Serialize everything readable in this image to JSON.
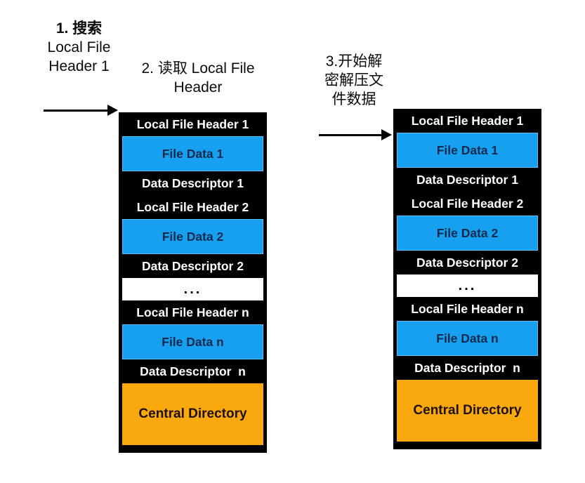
{
  "colors": {
    "block_black": "#000000",
    "block_blue": "#18A0F0",
    "block_orange": "#F9A80D",
    "block_white": "#FFFFFF",
    "label_text_on_black": "#FFFFFF",
    "text_on_blue": "#0D2A4D",
    "text_on_orange": "#1C0F00",
    "step_text": "#0A0A0A",
    "arrow": "#000000"
  },
  "steps": [
    {
      "lines": [
        "1. 搜索",
        "Local File",
        "Header 1"
      ]
    },
    {
      "lines": [
        "2. 读取 Local File",
        "Header"
      ]
    },
    {
      "lines": [
        "3.开始解",
        "密解压文",
        "件数据"
      ]
    }
  ],
  "stacks": {
    "left": {
      "blocks": [
        {
          "type": "label",
          "text": "Local File Header 1"
        },
        {
          "type": "data",
          "text": "File Data 1"
        },
        {
          "type": "label",
          "text": "Data Descriptor 1"
        },
        {
          "type": "label",
          "text": "Local File Header 2"
        },
        {
          "type": "data",
          "text": "File Data 2"
        },
        {
          "type": "label",
          "text": "Data Descriptor 2"
        },
        {
          "type": "ellipsis",
          "text": "..."
        },
        {
          "type": "label",
          "text": "Local File Header n"
        },
        {
          "type": "data",
          "text": "File Data n"
        },
        {
          "type": "label",
          "text": "Data Descriptor  n"
        },
        {
          "type": "central",
          "text": "Central Directory"
        }
      ]
    },
    "right": {
      "blocks": [
        {
          "type": "label",
          "text": "Local File Header 1"
        },
        {
          "type": "data",
          "text": "File Data 1"
        },
        {
          "type": "label",
          "text": "Data Descriptor 1"
        },
        {
          "type": "label",
          "text": "Local File Header 2"
        },
        {
          "type": "data",
          "text": "File Data 2"
        },
        {
          "type": "label",
          "text": "Data Descriptor 2"
        },
        {
          "type": "ellipsis",
          "text": "..."
        },
        {
          "type": "label",
          "text": "Local File Header n"
        },
        {
          "type": "data",
          "text": "File Data n"
        },
        {
          "type": "label",
          "text": "Data Descriptor  n"
        },
        {
          "type": "central",
          "text": "Central Directory"
        }
      ]
    }
  }
}
